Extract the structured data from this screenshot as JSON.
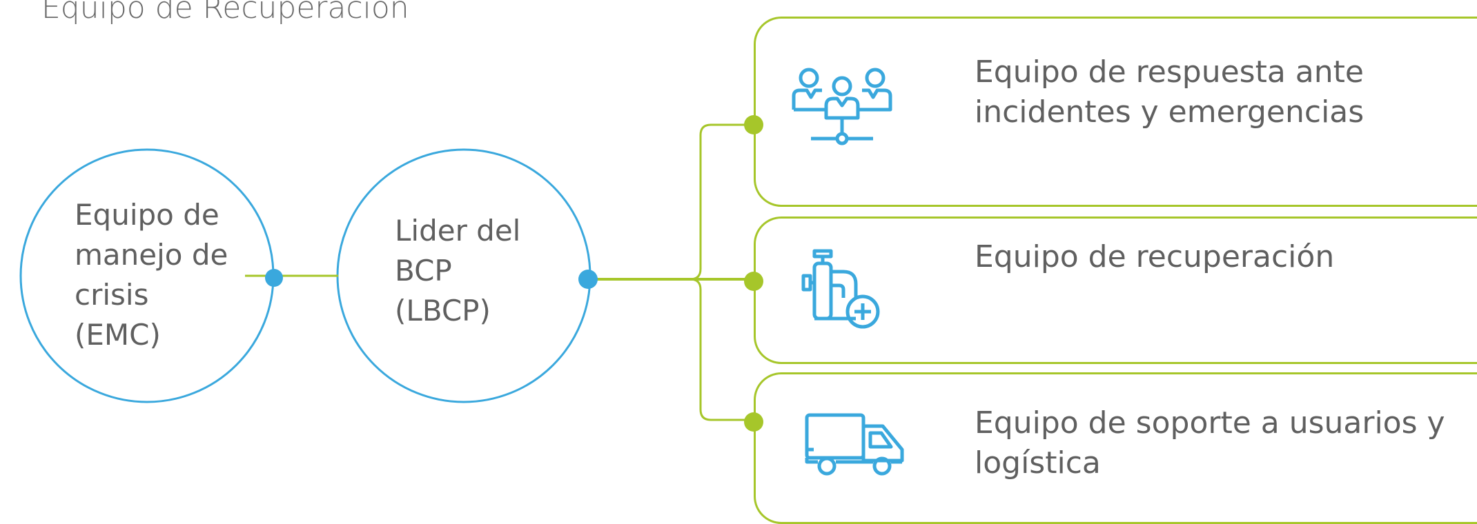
{
  "diagram": {
    "title": "Equipo de Recuperación",
    "emc": {
      "lines": [
        "Equipo de",
        "manejo de",
        "crisis",
        "(EMC)"
      ]
    },
    "lbcp": {
      "lines": [
        "Lider del",
        "BCP",
        "(LBCP)"
      ]
    },
    "teams": [
      {
        "lines": [
          "Equipo de respuesta ante",
          "incidentes y emergencias"
        ],
        "icon": "people-network-icon"
      },
      {
        "lines": [
          "Equipo de recuperación"
        ],
        "icon": "pipe-plus-icon"
      },
      {
        "lines": [
          "Equipo de soporte a usuarios y",
          "logística"
        ],
        "icon": "delivery-truck-icon"
      }
    ],
    "colors": {
      "blue": "#3aa8dd",
      "green": "#a6c62a",
      "text": "#5f5f5f"
    }
  }
}
